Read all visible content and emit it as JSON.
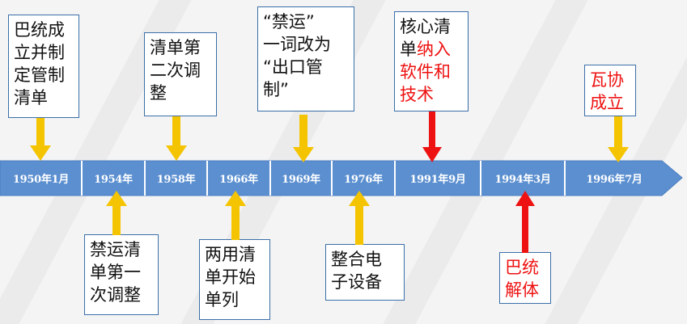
{
  "timeline": {
    "bar_color": "#5b8fd0",
    "divider_color": "#ffffff",
    "labels": [
      "1950年1月",
      "1954年",
      "1958年",
      "1966年",
      "1969年",
      "1976年",
      "1991年9月",
      "1994年3月",
      "1996年7月"
    ]
  },
  "events_above": [
    {
      "lines": [
        "巴统成",
        "立并制",
        "定管制",
        "清单"
      ],
      "arrow_color": "#f5c400"
    },
    {
      "lines": [
        "清单第",
        "二次调",
        "整"
      ],
      "arrow_color": "#f5c400"
    },
    {
      "lines": [
        "“禁运”",
        "一词改为",
        "“出口管",
        "制”"
      ],
      "arrow_color": "#f5c400"
    },
    {
      "lines": [
        "核心清",
        "单",
        "纳入",
        "软件和",
        "技术"
      ],
      "arrow_color": "#ee1111"
    },
    {
      "lines": [
        "瓦协",
        "成立"
      ],
      "arrow_color": "#f5c400"
    }
  ],
  "events_below": [
    {
      "lines": [
        "禁运清",
        "单第一",
        "次调整"
      ],
      "arrow_color": "#f5c400"
    },
    {
      "lines": [
        "两用清",
        "单开始",
        "单列"
      ],
      "arrow_color": "#f5c400"
    },
    {
      "lines": [
        "整合电",
        "子设备"
      ],
      "arrow_color": "#f5c400"
    },
    {
      "lines": [
        "巴统",
        "解体"
      ],
      "arrow_color": "#ee1111"
    }
  ],
  "colors": {
    "accent_yellow": "#f5c400",
    "accent_red": "#ee1111",
    "box_border": "#3a6fa8"
  }
}
